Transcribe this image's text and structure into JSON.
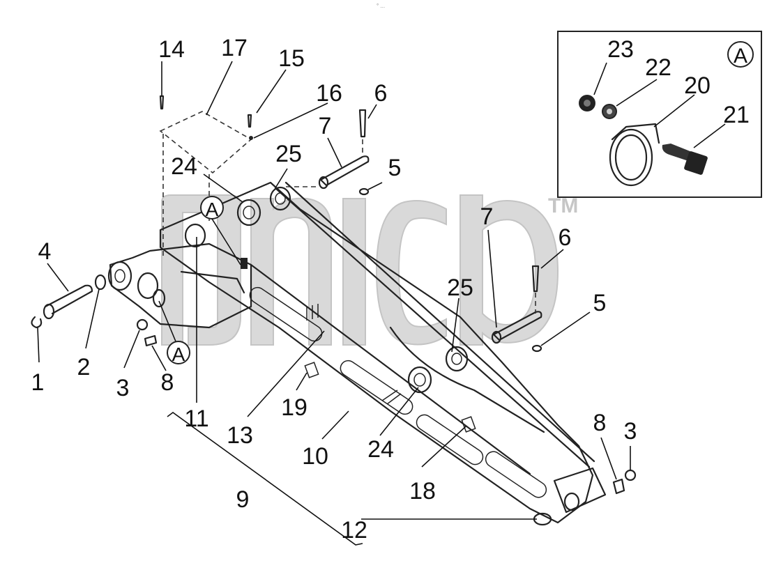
{
  "top_mark": "° ...",
  "watermark_tm": "TM",
  "detail_label": "A",
  "detail_markers": [
    "A",
    "A"
  ],
  "callouts": [
    "14",
    "17",
    "15",
    "16",
    "6",
    "7",
    "25",
    "5",
    "24",
    "4",
    "2",
    "3",
    "8",
    "1",
    "11",
    "13",
    "19",
    "10",
    "24",
    "18",
    "9",
    "12",
    "8",
    "3",
    "7",
    "6",
    "5",
    "25",
    "23",
    "22",
    "20",
    "21"
  ]
}
